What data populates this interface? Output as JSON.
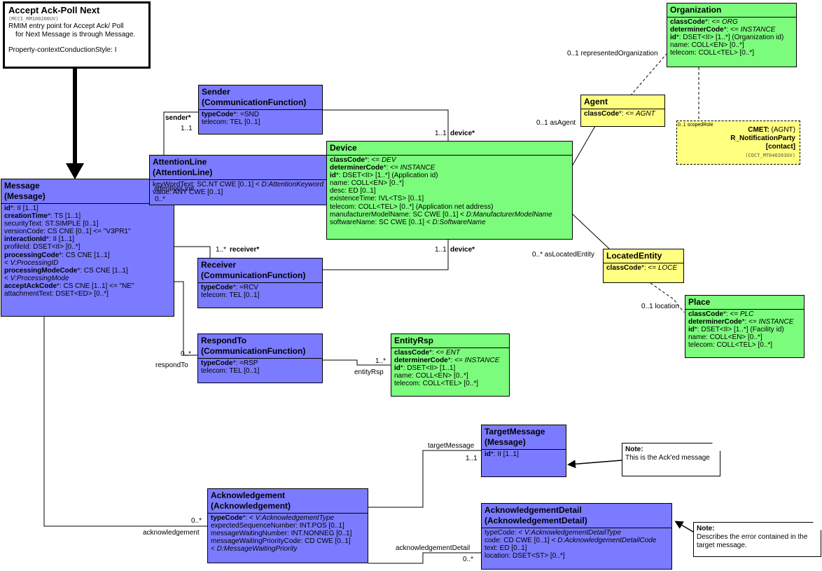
{
  "header": {
    "title": "Accept Ack-Poll Next",
    "code": "(MCCI_RM100200UV)",
    "line1": "RMIM entry point for Accept Ack/ Poll",
    "line2": "for Next Message is through Message.",
    "property": "Property-contextConductionStyle: I"
  },
  "message": {
    "title1": "Message",
    "title2": "(Message)",
    "attributes": [
      {
        "name": "id",
        "bold": true,
        "text": "*: II [1..1]"
      },
      {
        "name": "creationTime",
        "bold": true,
        "text": "*: TS [1..1]"
      },
      {
        "name": "securityText",
        "bold": false,
        "text": ": ST.SIMPLE [0..1]"
      },
      {
        "name": "versionCode",
        "bold": false,
        "text": ": CS CNE [0..1] <= \"V3PR1\""
      },
      {
        "name": "interactionId",
        "bold": true,
        "text": "*: II [1..1]"
      },
      {
        "name": "profileId",
        "bold": false,
        "text": ": DSET<II> [0..*]"
      },
      {
        "name": "processingCode",
        "bold": true,
        "text": "*: CS CNE [1..1]"
      },
      {
        "name": "",
        "bold": false,
        "text": "  < ",
        "italic": "V:ProcessingID"
      },
      {
        "name": "processingModeCode",
        "bold": true,
        "text": "*: CS CNE [1..1]"
      },
      {
        "name": "",
        "bold": false,
        "text": "  < ",
        "italic": "V:ProcessingMode"
      },
      {
        "name": "acceptAckCode",
        "bold": true,
        "text": "*: CS CNE [1..1] <= \"NE\""
      },
      {
        "name": "attachmentText",
        "bold": false,
        "text": ": DSET<ED> [0..*]"
      }
    ]
  },
  "sender": {
    "title1": "Sender",
    "title2": "(CommunicationFunction)",
    "attributes": [
      {
        "name": "typeCode",
        "bold": true,
        "text": "*: =SND"
      },
      {
        "name": "telecom",
        "bold": false,
        "text": ": TEL [0..1]"
      }
    ]
  },
  "attentionLine": {
    "title1": "AttentionLine",
    "title2": "(AttentionLine)",
    "attributes": [
      {
        "name": "keyWordText",
        "bold": false,
        "text": ": SC.NT CWE [0..1] < ",
        "italic": "D:AttentionKeyword"
      },
      {
        "name": "value",
        "bold": false,
        "text": ": ANY CWE [0..1]"
      }
    ]
  },
  "receiver": {
    "title1": "Receiver",
    "title2": "(CommunicationFunction)",
    "attributes": [
      {
        "name": "typeCode",
        "bold": true,
        "text": "*: =RCV"
      },
      {
        "name": "telecom",
        "bold": false,
        "text": ": TEL [0..1]"
      }
    ]
  },
  "respondTo": {
    "title1": "RespondTo",
    "title2": "(CommunicationFunction)",
    "attributes": [
      {
        "name": "typeCode",
        "bold": true,
        "text": "*: =RSP"
      },
      {
        "name": "telecom",
        "bold": false,
        "text": ": TEL [0..1]"
      }
    ]
  },
  "device": {
    "title1": "Device",
    "attributes": [
      {
        "name": "classCode",
        "bold": true,
        "text": "*: <= ",
        "italic": "DEV"
      },
      {
        "name": "determinerCode",
        "bold": true,
        "text": "*: <= ",
        "italic": "INSTANCE"
      },
      {
        "name": "id",
        "bold": true,
        "text": "*: DSET<II> [1..*] (Application id)"
      },
      {
        "name": "name",
        "bold": false,
        "text": ": COLL<EN> [0..*]"
      },
      {
        "name": "desc",
        "bold": false,
        "text": ": ED [0..1]"
      },
      {
        "name": "existenceTime",
        "bold": false,
        "text": ": IVL<TS> [0..1]"
      },
      {
        "name": "telecom",
        "bold": false,
        "text": ": COLL<TEL> [0..*] (Application net address)"
      },
      {
        "name": "manufacturerModelName",
        "bold": false,
        "text": ": SC CWE [0..1] < ",
        "italic": "D:ManufacturerModelName"
      },
      {
        "name": "softwareName",
        "bold": false,
        "text": ": SC CWE [0..1] < ",
        "italic": "D:SoftwareName"
      }
    ]
  },
  "entityRsp": {
    "title1": "EntityRsp",
    "attributes": [
      {
        "name": "classCode",
        "bold": true,
        "text": "*: <= ",
        "italic": "ENT"
      },
      {
        "name": "determinerCode",
        "bold": true,
        "text": "*: <= ",
        "italic": "INSTANCE"
      },
      {
        "name": "id",
        "bold": true,
        "text": "*: DSET<II> [1..1]"
      },
      {
        "name": "name",
        "bold": false,
        "text": ": COLL<EN> [0..*]"
      },
      {
        "name": "telecom",
        "bold": false,
        "text": ": COLL<TEL> [0..*]"
      }
    ]
  },
  "organization": {
    "title1": "Organization",
    "attributes": [
      {
        "name": "classCode",
        "bold": true,
        "text": "*: <= ",
        "italic": "ORG"
      },
      {
        "name": "determinerCode",
        "bold": true,
        "text": "*: <= ",
        "italic": "INSTANCE"
      },
      {
        "name": "id",
        "bold": true,
        "text": "*: DSET<II> [1..*] (Organization id)"
      },
      {
        "name": "name",
        "bold": false,
        "text": ": COLL<EN> [0..*]"
      },
      {
        "name": "telecom",
        "bold": false,
        "text": ": COLL<TEL> [0..*]"
      }
    ]
  },
  "agent": {
    "title1": "Agent",
    "attributes": [
      {
        "name": "classCode",
        "bold": true,
        "text": "*: <= ",
        "italic": "AGNT"
      }
    ]
  },
  "cmet": {
    "line1b": "CMET:",
    "line1": " (AGNT)",
    "line2": "R_NotificationParty",
    "line3": "[contact]",
    "code": "(COCT_MT040203UV)"
  },
  "locatedEntity": {
    "title1": "LocatedEntity",
    "attributes": [
      {
        "name": "classCode",
        "bold": true,
        "text": "*: <= ",
        "italic": "LOCE"
      }
    ]
  },
  "place": {
    "title1": "Place",
    "attributes": [
      {
        "name": "classCode",
        "bold": true,
        "text": "*: <= ",
        "italic": "PLC"
      },
      {
        "name": "determinerCode",
        "bold": true,
        "text": "*: <= ",
        "italic": "INSTANCE"
      },
      {
        "name": "id",
        "bold": true,
        "text": "*: DSET<II> [1..*] (Facility id)"
      },
      {
        "name": "name",
        "bold": false,
        "text": ": COLL<EN> [0..*]"
      },
      {
        "name": "telecom",
        "bold": false,
        "text": ": COLL<TEL> [0..*]"
      }
    ]
  },
  "targetMessage": {
    "title1": "TargetMessage",
    "title2": "(Message)",
    "attributes": [
      {
        "name": "id",
        "bold": true,
        "text": "*: II [1..1]"
      }
    ]
  },
  "acknowledgement": {
    "title1": "Acknowledgement",
    "title2": "(Acknowledgement)",
    "attributes": [
      {
        "name": "typeCode",
        "bold": true,
        "text": "*: < ",
        "italic": "V:AcknowledgementType"
      },
      {
        "name": "expectedSequenceNumber",
        "bold": false,
        "text": ": INT.POS [0..1]"
      },
      {
        "name": "messageWaitingNumber",
        "bold": false,
        "text": ": INT.NONNEG [0..1]"
      },
      {
        "name": "messageWaitingPriorityCode",
        "bold": false,
        "text": ": CD CWE [0..1]"
      },
      {
        "name": "",
        "bold": false,
        "text": "  < ",
        "italic": "D:MessageWaitingPriority"
      }
    ]
  },
  "ackDetail": {
    "title1": "AcknowledgementDetail",
    "title2": "(AcknowledgementDetail)",
    "attributes": [
      {
        "name": "typeCode",
        "bold": false,
        "text": ": < ",
        "italic": "V:AcknowledgementDetailType"
      },
      {
        "name": "code",
        "bold": false,
        "text": ": CD CWE [0..1] < ",
        "italic": "D:AcknowledgementDetailCode"
      },
      {
        "name": "text",
        "bold": false,
        "text": ": ED [0..1]"
      },
      {
        "name": "location",
        "bold": false,
        "text": ": DSET<ST> [0..*]"
      }
    ]
  },
  "notes": {
    "note1_title": "Note:",
    "note1_text": "This is the Ack'ed message",
    "note2_title": "Note:",
    "note2_line1": "Describes the error contained in the",
    "note2_line2": "target message."
  },
  "labels": {
    "sender": "sender*",
    "sender_mult": "1..1",
    "attentionLine": "attentionLine",
    "attentionLine_mult": "0..*",
    "receiver": "receiver*",
    "receiver_mult": "1..*",
    "respondTo": "respondTo",
    "respondTo_mult": "0..*",
    "device_sender_mult": "1..1",
    "device_sender": "device*",
    "device_receiver_mult": "1..1",
    "device_receiver": "device*",
    "entityRsp_mult": "1..*",
    "entityRsp": "entityRsp",
    "representedOrganization": "0..1 representedOrganization",
    "asAgent": "0..1 asAgent",
    "scopedRole": "0..1 scopedRole",
    "asLocatedEntity": "0..* asLocatedEntity",
    "location": "0..1 location",
    "acknowledgement_mult": "0..*",
    "acknowledgement": "acknowledgement",
    "targetMessage": "targetMessage",
    "targetMessage_mult": "1..1",
    "ackDetail": "acknowledgementDetail",
    "ackDetail_mult": "0..*"
  }
}
